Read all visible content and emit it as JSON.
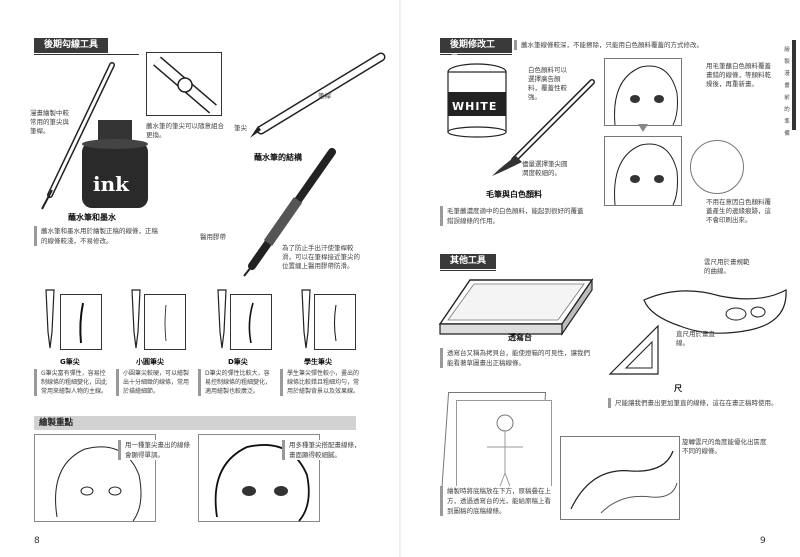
{
  "left": {
    "section1_title": "後期勾線工具",
    "pen_note": "漫畫繪製中較常用的筆尖與筆桿。",
    "ink_label": "ink",
    "ink_caption": "蘸水筆和墨水",
    "ink_desc": "蘸水筆和墨水用於繪製正稿的線條，正稿的線條較淺，不易修改。",
    "nib_note": "蘸水筆的筆尖可以隨意組合更換。",
    "holder_label": "筆桿",
    "nib_label": "筆尖",
    "structure_caption": "蘸水筆的結構",
    "tape_label": "醫用膠帶",
    "tape_note": "為了防止手出汗使筆桿較滑，可以在筆桿接近筆尖的位置纏上醫用膠帶防滑。",
    "nibs": [
      {
        "name": "G筆尖",
        "desc": "G筆尖富有彈性，容易控制線條的粗細變化，因此常用來繪製人物的主線。"
      },
      {
        "name": "小圓筆尖",
        "desc": "小圓筆尖較硬，可以繪製出十分細緻的線條，常用於描繪細節。"
      },
      {
        "name": "D筆尖",
        "desc": "D筆尖的彈性比較大，容易控制線條的粗細變化，適用繪製也較廣泛。"
      },
      {
        "name": "學生筆尖",
        "desc": "學生筆尖彈性較小，畫出的線條比較錯且粗細均勻，常用於繪製背景以及效果線。"
      }
    ],
    "band_title": "繪製重點",
    "tip1": "用一種筆尖畫出的線條會顯得單調。",
    "tip2": "用多種筆尖搭配畫線條，畫面顯得較細膩。",
    "page_number": "8"
  },
  "right": {
    "section2_title": "後期修改工具",
    "section2_intro": "蘸水筆線條較深，不能擦除，只能用白色顏料覆蓋的方式修改。",
    "white_label": "WHITE",
    "paint_note": "白色顏料可以選擇廣告顏料，覆蓋性較強。",
    "brush_note": "儘量選擇筆尖圓潤度較細的。",
    "paint_caption": "毛筆與白色顏料",
    "paint_desc": "毛筆蘸濃度適中的白色顏料，能起到很好的覆蓋錯誤線條的作用。",
    "cover_note": "用毛筆蘸白色顏料覆蓋畫錯的線條，等顏料乾燥後，再重新畫。",
    "dilute_note": "不用在意因白色顏料覆蓋產生的邊緣痕跡，這不會印刷出來。",
    "section3_title": "其他工具",
    "lightbox_label": "透寫台",
    "lightbox_desc": "透寫台又稱為拷貝台，能使燈箱的可見性，讓我們能看著草圖畫出正稿線條。",
    "curve_note": "雲尺用於畫規範的曲線。",
    "square_note": "直尺用於畫直線。",
    "ruler_label": "尺",
    "ruler_desc": "尺能讓我們畫出更加筆直的線條，這在在畫正稿時使用。",
    "trace_note": "繪製時將底稿放在下方，原稿疊在上方，透過透寫台的光，能給原稿上看到圖稿的底稿線條。",
    "rotate_note": "旋轉雲尺的角度能優化出區度不同的線條。",
    "side_tab": [
      "繪",
      "製",
      "漫",
      "畫",
      "前",
      "的",
      "準",
      "備",
      ""
    ],
    "page_number": "9"
  }
}
